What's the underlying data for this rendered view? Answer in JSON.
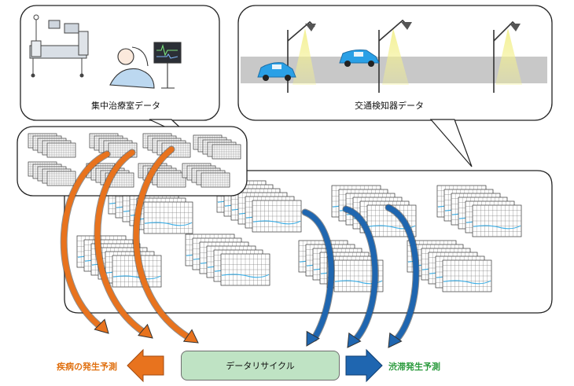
{
  "icu_label": "集中治療室データ",
  "traffic_label": "交通検知器データ",
  "left_outcome": "疾病の発生予測",
  "right_outcome": "渋滞発生予測",
  "cycle_label": "データリサイクル",
  "colors": {
    "orange": "#e8731e",
    "blue": "#1f66b0",
    "cycle_fill": "#bfe3c4",
    "car": "#2aa0e6",
    "road": "#c8c8c8",
    "light": "#f3f090",
    "outcome_left": "#e07010",
    "outcome_right": "#2a9a3c"
  },
  "icons": [
    "hospital-bed-icon",
    "patient-monitor-icon",
    "street-lamp-icon",
    "car-icon",
    "data-sheet-icon"
  ]
}
